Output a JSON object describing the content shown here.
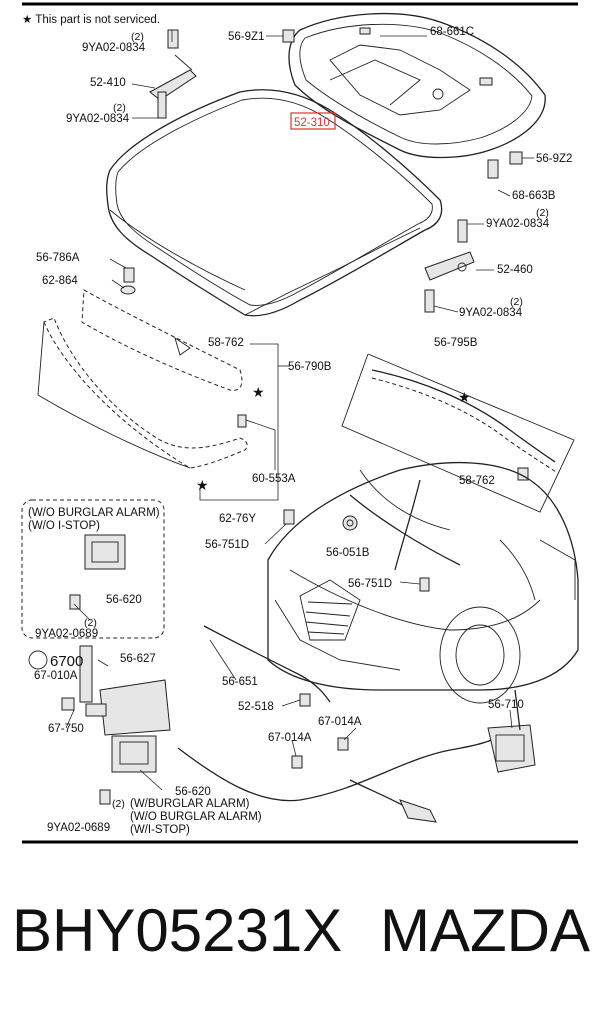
{
  "note": "★ This part is not serviced.",
  "rule_color": "#000000",
  "highlight_color": "#e03030",
  "labels": {
    "l_9z1": "56-9Z1",
    "l_661c": "68-661C",
    "l_q1": "(2)",
    "l_bolt1": "9YA02-0834",
    "l_52410": "52-410",
    "l_q2": "(2)",
    "l_bolt2": "9YA02-0834",
    "l_52310": "52-310",
    "l_9z2": "56-9Z2",
    "l_663b": "68-663B",
    "l_q3": "(2)",
    "l_bolt3": "9YA02-0834",
    "l_786a": "56-786A",
    "l_52460": "52-460",
    "l_62864": "62-864",
    "l_q4": "(2)",
    "l_bolt4": "9YA02-0834",
    "l_795b": "56-795B",
    "l_58762a": "58-762",
    "l_790b": "56-790B",
    "l_553a": "60-553A",
    "l_58762b": "58-762",
    "l_76y": "62-76Y",
    "l_751d_a": "56-751D",
    "l_051b": "56-051B",
    "l_751d_b": "56-751D",
    "l_box1": "(W/O BURGLAR ALARM)",
    "l_box2": "(W/O I-STOP)",
    "l_620a": "56-620",
    "l_q5": "(2)",
    "l_bolt5": "9YA02-0689",
    "l_6700": "6700",
    "l_010a": "67-010A",
    "l_627": "56-627",
    "l_651": "56-651",
    "l_518": "52-518",
    "l_014a_a": "67-014A",
    "l_710": "56-710",
    "l_750": "67-750",
    "l_014a_b": "67-014A",
    "l_620b": "56-620",
    "l_q6": "(2)",
    "l_bolt6": "9YA02-0689",
    "l_c1": "(W/BURGLAR ALARM)",
    "l_c2": "(W/O BURGLAR ALARM)",
    "l_c3": "(W/I-STOP)"
  },
  "caption": {
    "part_number": "BHY05231X",
    "brand": "MAZDA"
  }
}
